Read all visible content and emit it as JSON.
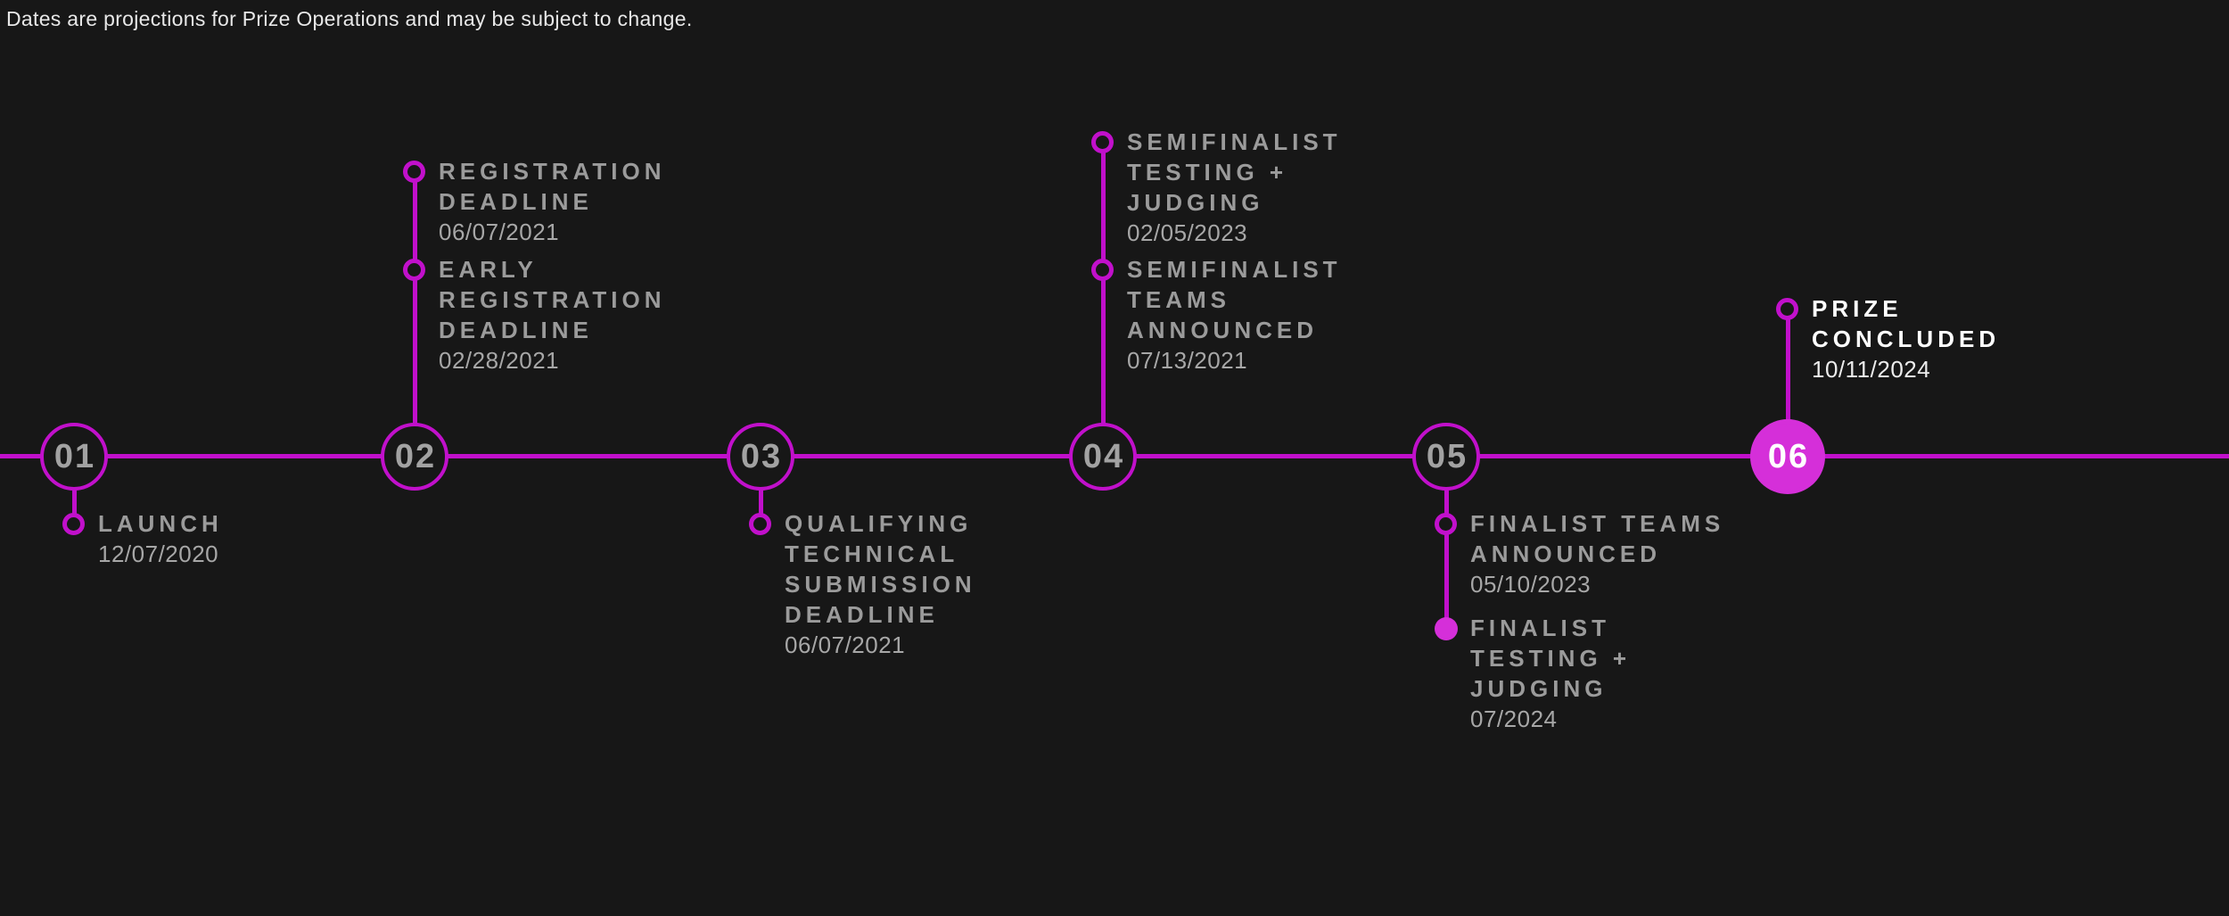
{
  "disclaimer": "Dates are projections for Prize Operations and may be subject to change.",
  "colors": {
    "background": "#171717",
    "accent": "#C110CB",
    "accent_bright": "#D52FD9",
    "title_gray": "#9B9B9B",
    "date_gray": "#A7A7A7",
    "number_gray": "#A2A2A2",
    "white": "#FFFFFF",
    "disclaimer_text": "#E8E8E8"
  },
  "timeline": {
    "type": "milestone-timeline",
    "nodes": [
      {
        "number": "01",
        "state": "default",
        "events_side": "below",
        "events": [
          {
            "marker": "hollow",
            "title_lines": [
              "LAUNCH"
            ],
            "date": "12/07/2020"
          }
        ]
      },
      {
        "number": "02",
        "state": "default",
        "events_side": "above",
        "events": [
          {
            "marker": "hollow",
            "title_lines": [
              "REGISTRATION",
              "DEADLINE"
            ],
            "date": "06/07/2021"
          },
          {
            "marker": "hollow",
            "title_lines": [
              "EARLY",
              "REGISTRATION",
              "DEADLINE"
            ],
            "date": "02/28/2021"
          }
        ]
      },
      {
        "number": "03",
        "state": "default",
        "events_side": "below",
        "events": [
          {
            "marker": "hollow",
            "title_lines": [
              "QUALIFYING",
              "TECHNICAL",
              "SUBMISSION",
              "DEADLINE"
            ],
            "date": "06/07/2021"
          }
        ]
      },
      {
        "number": "04",
        "state": "default",
        "events_side": "above",
        "events": [
          {
            "marker": "hollow",
            "title_lines": [
              "SEMIFINALIST",
              "TESTING +",
              "JUDGING"
            ],
            "date": "02/05/2023"
          },
          {
            "marker": "hollow",
            "title_lines": [
              "SEMIFINALIST",
              "TEAMS",
              "ANNOUNCED"
            ],
            "date": "07/13/2021"
          }
        ]
      },
      {
        "number": "05",
        "state": "default",
        "events_side": "below",
        "events": [
          {
            "marker": "hollow",
            "title_lines": [
              "FINALIST TEAMS",
              "ANNOUNCED"
            ],
            "date": "05/10/2023"
          },
          {
            "marker": "filled",
            "title_lines": [
              "FINALIST",
              "TESTING +",
              "JUDGING"
            ],
            "date": "07/2024"
          }
        ]
      },
      {
        "number": "06",
        "state": "highlighted",
        "events_side": "above",
        "events": [
          {
            "marker": "hollow",
            "title_lines": [
              "PRIZE",
              "CONCLUDED"
            ],
            "date": "10/11/2024"
          }
        ]
      }
    ]
  }
}
